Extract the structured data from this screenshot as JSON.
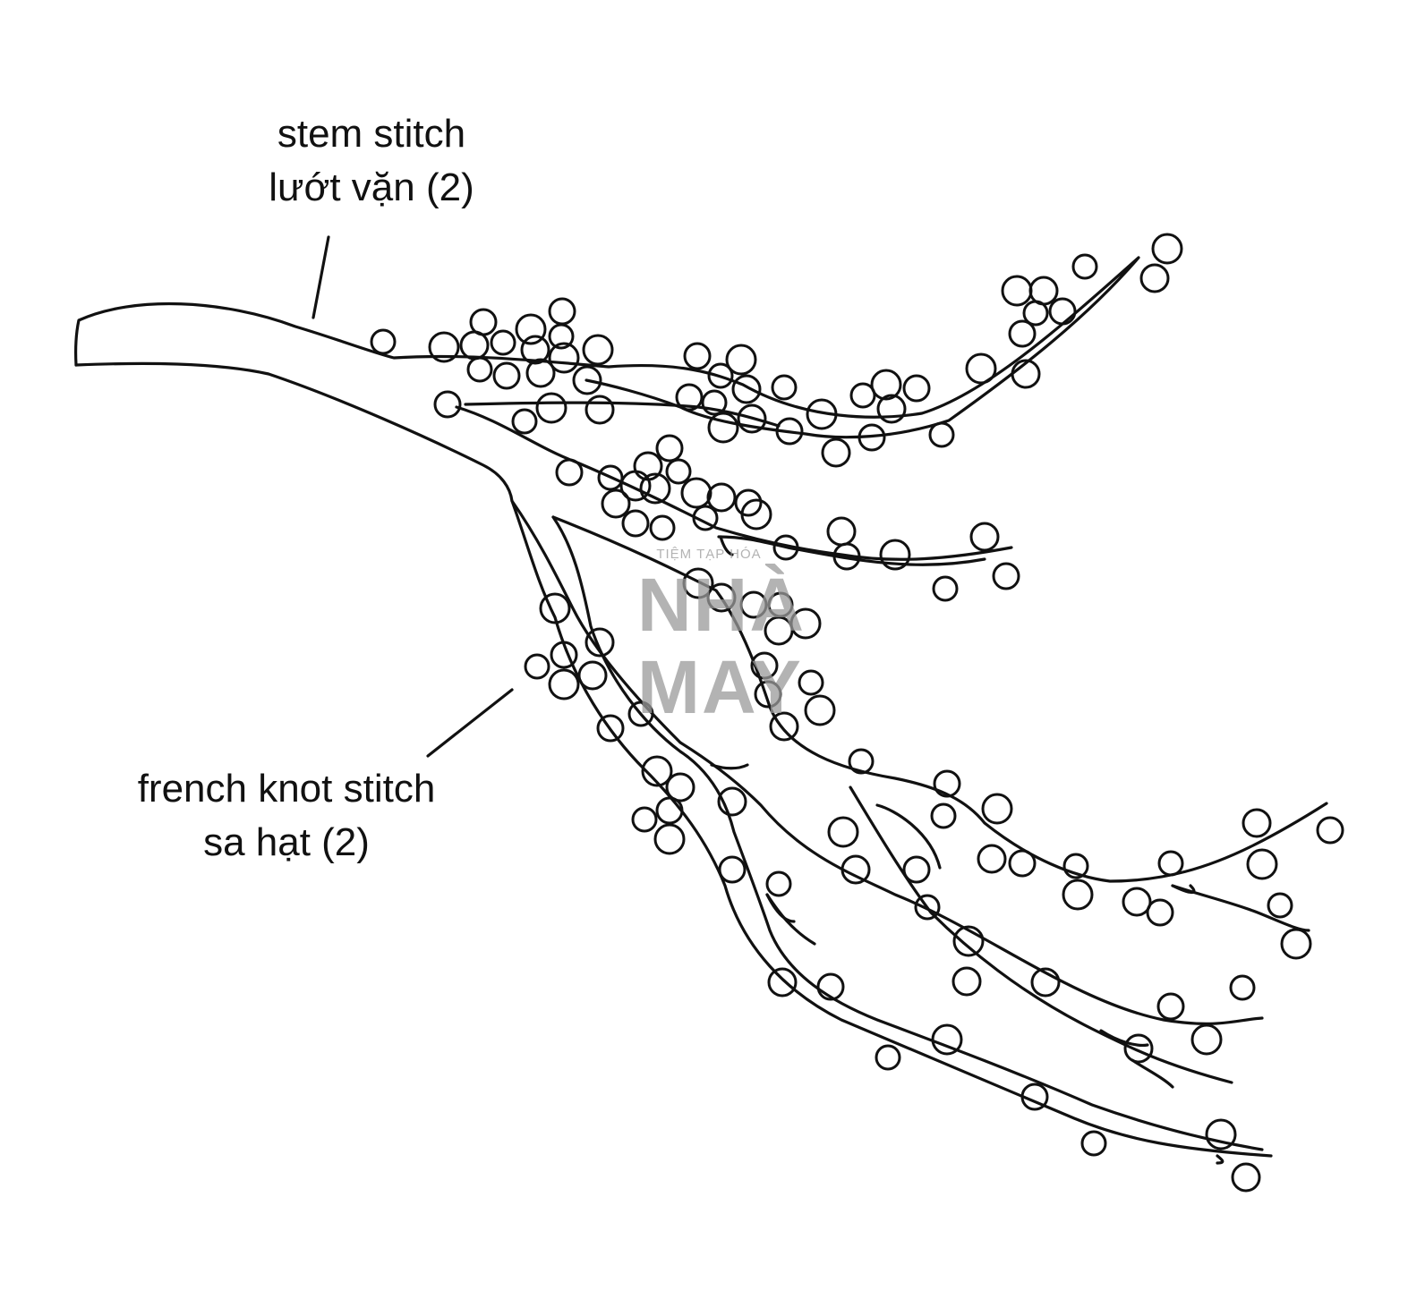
{
  "labels": {
    "stem_stitch": {
      "line1": "stem stitch",
      "line2": "lướt vặn (2)"
    },
    "french_knot": {
      "line1": "french knot stitch",
      "line2": "sa hạt (2)"
    }
  },
  "watermark": {
    "small": "TIỆM TẠP HÓA",
    "big1": "NHÀ",
    "big2": "MAY"
  },
  "colors": {
    "stroke": "#111111",
    "watermark": "#9a9a9a",
    "background": "#ffffff"
  }
}
